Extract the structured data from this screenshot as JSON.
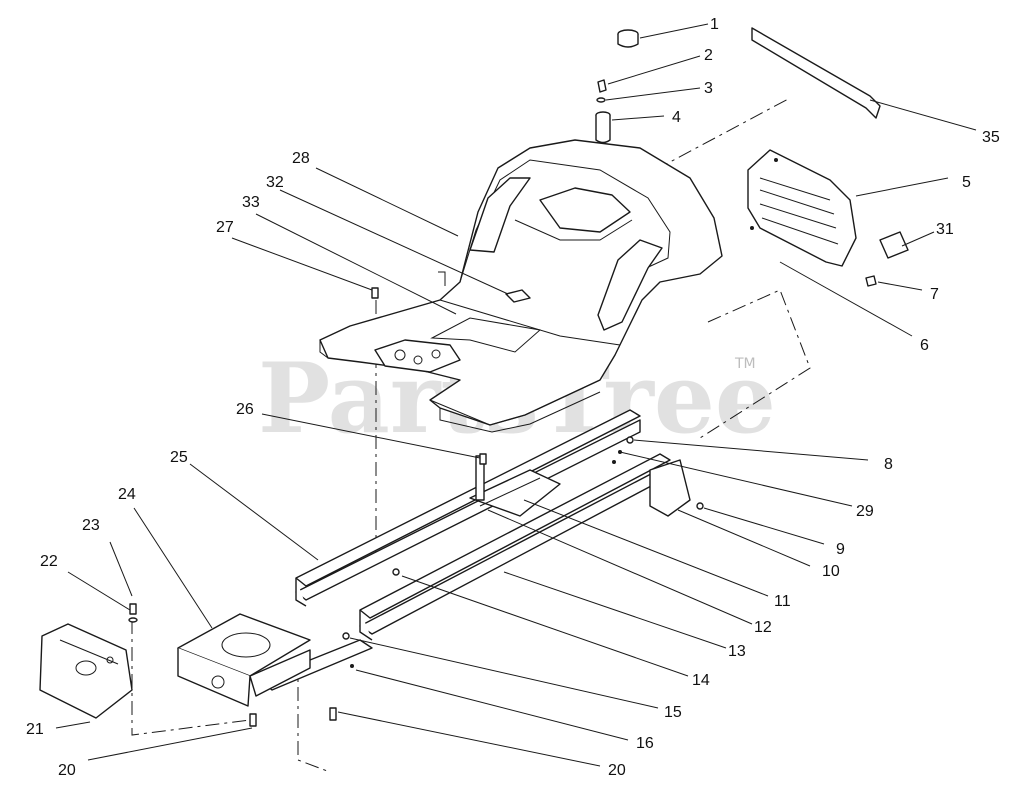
{
  "watermark": {
    "text": "PartsTree",
    "tm": "TM"
  },
  "callouts": [
    "1",
    "2",
    "3",
    "4",
    "5",
    "6",
    "7",
    "8",
    "9",
    "10",
    "11",
    "12",
    "13",
    "14",
    "15",
    "16",
    "20",
    "20",
    "21",
    "22",
    "23",
    "24",
    "25",
    "26",
    "27",
    "28",
    "29",
    "31",
    "32",
    "33",
    "35"
  ]
}
